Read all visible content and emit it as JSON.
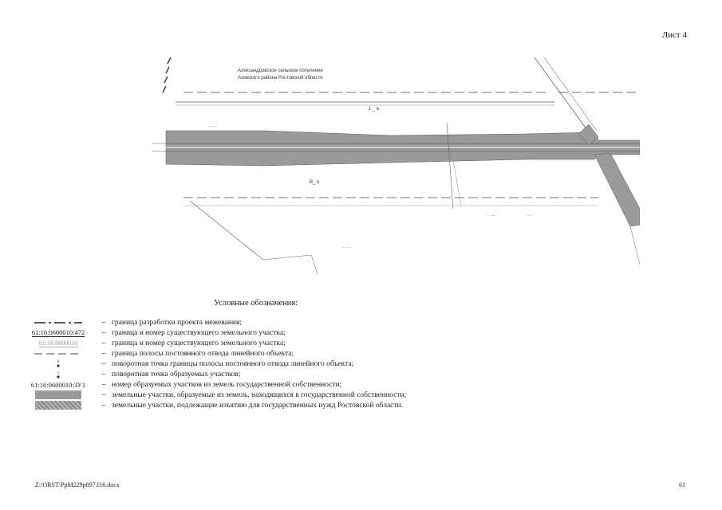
{
  "sheet": {
    "label": "Лист 4"
  },
  "map": {
    "caption_line1": "Александровское сельское поселение",
    "caption_line2": "Азовского района Ростовской области"
  },
  "legend": {
    "title": "Условные обозначения:",
    "items": [
      {
        "symbol": "project-boundary-line",
        "code": "",
        "text": "граница разработки проекта межевания;"
      },
      {
        "symbol": "existing-parcel-line",
        "code": "61:16:0600010:472",
        "text": "граница и номер существующего земельного участка;"
      },
      {
        "symbol": "existing-parcel-outline",
        "code": "61:16:0600010",
        "text": "граница и номер существующего земельного участка;"
      },
      {
        "symbol": "right-of-way-line",
        "code": "",
        "text": "граница полосы постоянного отвода линейного объекта;"
      },
      {
        "symbol": "turning-point-row",
        "code": "",
        "text": "поворотная точка границы полосы постоянного отвода линейного объекта;"
      },
      {
        "symbol": "turning-point-parcels",
        "code": "",
        "text": "поворотная точка образуемых участков;"
      },
      {
        "symbol": "parcel-number-label",
        "code": "61:16:0600010:ЗУ1",
        "text": " номер образуемых участков из земель государственной собственности;"
      },
      {
        "symbol": "gray-fill",
        "code": "",
        "text": "земельные участки, образуемые из земель, находящихся в государственной собственности;"
      },
      {
        "symbol": "gray-fill-hatched",
        "code": "",
        "text": "земельные участки, подлежащие изъятию для государственных нужд Ростовской области."
      }
    ],
    "dash": "–"
  },
  "footer": {
    "path": "Z:\\ORST\\PpM229p897.f16.docx",
    "page": "61"
  },
  "colors": {
    "road_fill": "#9a9a9a",
    "line": "#333333",
    "light_line": "#aaaaaa"
  }
}
